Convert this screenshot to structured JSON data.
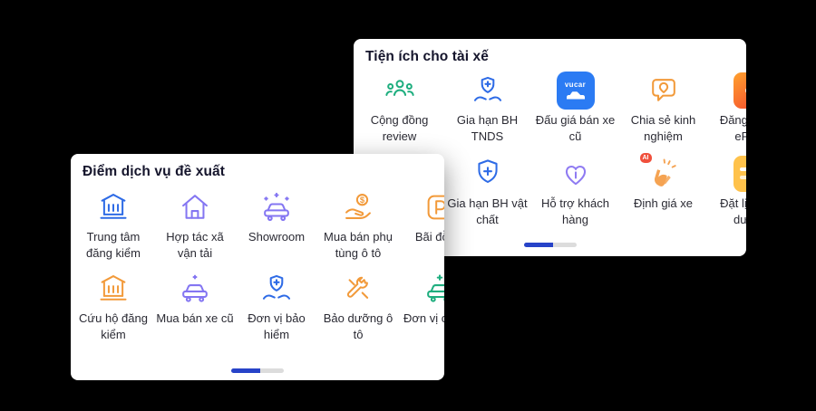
{
  "colors": {
    "background": "#000000",
    "card_background": "#FFFFFF",
    "title_text": "#15152C",
    "label_text": "#2A2A33",
    "icon_blue": "#2E6BE6",
    "icon_purple": "#8476F2",
    "icon_orange": "#F29A3A",
    "icon_green": "#1FAE7F",
    "vucar_brand_blue": "#2B7BF3",
    "pagination_active": "#2743C8",
    "pagination_inactive": "#DCDCDC"
  },
  "cards": {
    "utilities": {
      "title": "Tiện ích cho tài xế",
      "items": [
        {
          "label": "Cộng đồng review",
          "icon": "community-icon"
        },
        {
          "label": "Gia hạn BH TNDS",
          "icon": "shield-hands-icon"
        },
        {
          "label": "Đấu giá bán xe cũ",
          "icon": "vucar-logo-icon"
        },
        {
          "label": "Chia sẻ kinh nghiệm",
          "icon": "chat-pin-icon"
        },
        {
          "label": "Đăng ký thẻ ePass",
          "icon": "epass-icon"
        },
        {
          "label": "Gia hạn BH vật chất",
          "icon": "shield-plus-icon"
        },
        {
          "label": "Hỗ trợ khách hàng",
          "icon": "heart-info-icon"
        },
        {
          "label": "Định giá xe",
          "icon": "clap-ai-icon"
        },
        {
          "label": "Đặt lịch bảo dưỡng",
          "icon": "calendar-icon"
        }
      ],
      "logo_texts": {
        "vucar": "vucar",
        "epass": "eP",
        "ai_badge": "AI"
      },
      "pagination": {
        "current_page": 1,
        "total_pages": 2
      }
    },
    "services": {
      "title": "Điểm dịch vụ đề xuất",
      "items": [
        {
          "label": "Trung tâm đăng kiểm",
          "icon": "registration-center-icon"
        },
        {
          "label": "Hợp tác xã vận tải",
          "icon": "transport-coop-icon"
        },
        {
          "label": "Showroom",
          "icon": "showroom-car-icon"
        },
        {
          "label": "Mua bán phụ tùng ô tô",
          "icon": "parts-trade-icon"
        },
        {
          "label": "Bãi đỗ xe",
          "icon": "parking-icon"
        },
        {
          "label": "Cứu hộ đăng kiểm",
          "icon": "rescue-registration-icon"
        },
        {
          "label": "Mua bán xe cũ",
          "icon": "used-car-icon"
        },
        {
          "label": "Đơn vị bảo hiểm",
          "icon": "insurance-icon"
        },
        {
          "label": "Bảo dưỡng ô tô",
          "icon": "maintenance-icon"
        },
        {
          "label": "Đơn vị cải tạo",
          "icon": "car-upgrade-icon"
        }
      ],
      "pagination": {
        "current_page": 1,
        "total_pages": 2
      }
    }
  }
}
